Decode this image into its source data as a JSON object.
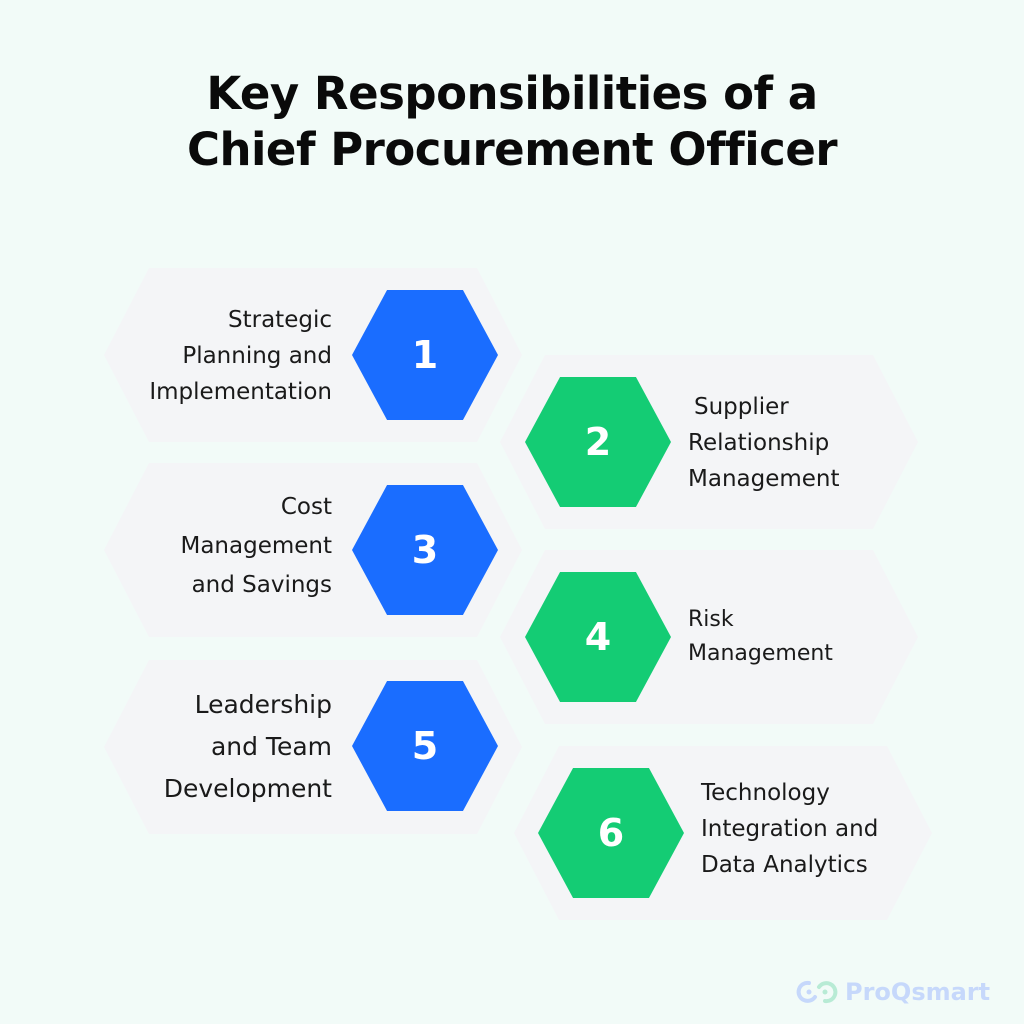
{
  "title": {
    "line1": "Key Responsibilities of a",
    "line2": "Chief Procurement Officer"
  },
  "colors": {
    "blue": "#1a6dff",
    "green": "#14cc74",
    "card": "#f4f5f7",
    "background": "#f2fbf8"
  },
  "items": [
    {
      "number": "1",
      "lines": [
        "Strategic",
        "Planning and",
        "Implementation"
      ]
    },
    {
      "number": "2",
      "lines": [
        "Supplier",
        "Relationship",
        "Management"
      ]
    },
    {
      "number": "3",
      "lines": [
        "Cost",
        "Management",
        "and Savings"
      ]
    },
    {
      "number": "4",
      "lines": [
        "Risk",
        "Management"
      ]
    },
    {
      "number": "5",
      "lines": [
        "Leadership",
        "and Team",
        "Development"
      ]
    },
    {
      "number": "6",
      "lines": [
        "Technology",
        "Integration and",
        "Data Analytics"
      ]
    }
  ],
  "brand": {
    "name": "ProQsmart"
  }
}
